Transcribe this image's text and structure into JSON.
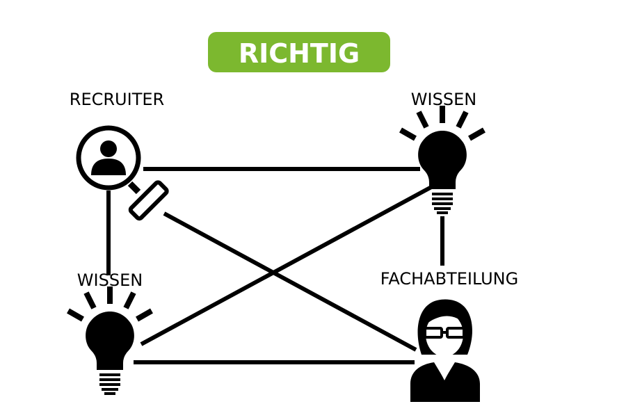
{
  "badge": {
    "label": "RICHTIG",
    "color": "#7cb82f",
    "text_color": "#ffffff"
  },
  "nodes": {
    "recruiter": {
      "label": "RECRUITER",
      "icon": "magnifier-person-icon"
    },
    "wissen_top": {
      "label": "WISSEN",
      "icon": "lightbulb-icon"
    },
    "wissen_bottom": {
      "label": "WISSEN",
      "icon": "lightbulb-icon"
    },
    "fachabteilung": {
      "label": "FACHABTEILUNG",
      "icon": "woman-with-glasses-icon"
    }
  },
  "connections": [
    [
      "recruiter",
      "wissen_top"
    ],
    [
      "recruiter",
      "wissen_bottom"
    ],
    [
      "recruiter",
      "fachabteilung"
    ],
    [
      "wissen_top",
      "wissen_bottom"
    ],
    [
      "wissen_top",
      "fachabteilung"
    ],
    [
      "wissen_bottom",
      "fachabteilung"
    ]
  ],
  "colors": {
    "line": "#000000",
    "icon": "#000000",
    "background": "#ffffff"
  }
}
